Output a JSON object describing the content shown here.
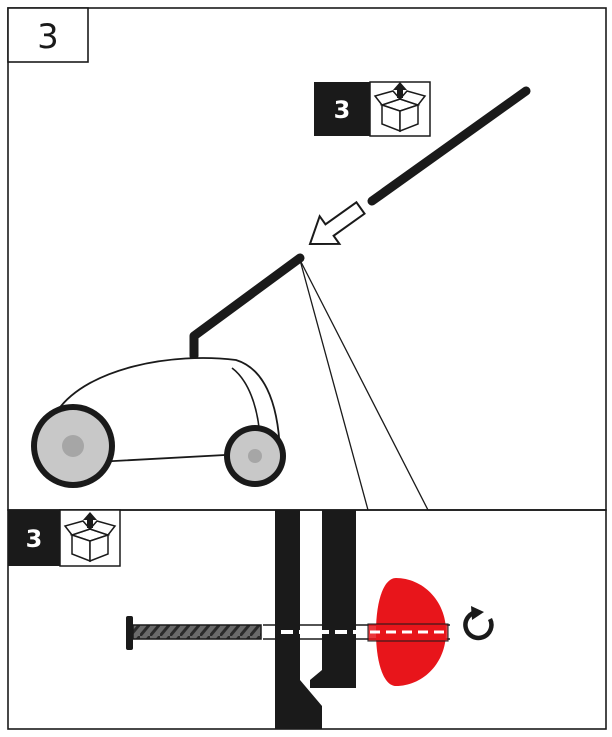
{
  "step": {
    "number": "3"
  },
  "badges": {
    "handle_part": {
      "number": "3",
      "icon": "box-unpack-icon"
    },
    "detail_part": {
      "number": "3",
      "icon": "box-unpack-icon"
    }
  },
  "icons": {
    "insert_arrow": "arrow-down-left-icon",
    "rotate": "rotate-clockwise-icon"
  },
  "colors": {
    "ink": "#1a1a1a",
    "knob_red": "#e8151b",
    "wheel_gray": "#c8c8c8",
    "hub_gray": "#a6a6a6"
  }
}
